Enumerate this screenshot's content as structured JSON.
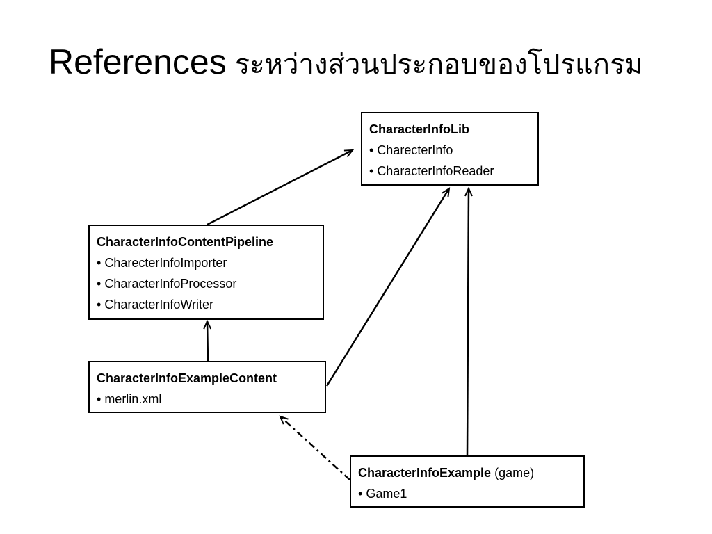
{
  "slide": {
    "title_en": "References",
    "title_th": "ระหว่างส่วนประกอบของโปรแกรม"
  },
  "boxes": {
    "lib": {
      "name": "CharacterInfoLib",
      "items": [
        "CharecterInfo",
        "CharacterInfoReader"
      ]
    },
    "pipeline": {
      "name": "CharacterInfoContentPipeline",
      "items": [
        "CharecterInfoImporter",
        "CharacterInfoProcessor",
        "CharacterInfoWriter"
      ]
    },
    "content": {
      "name": "CharacterInfoExampleContent",
      "items": [
        "merlin.xml"
      ]
    },
    "game": {
      "name": "CharacterInfoExample",
      "suffix": " (game)",
      "items": [
        "Game1"
      ]
    }
  },
  "colors": {
    "stroke": "#000000",
    "background": "#ffffff"
  }
}
